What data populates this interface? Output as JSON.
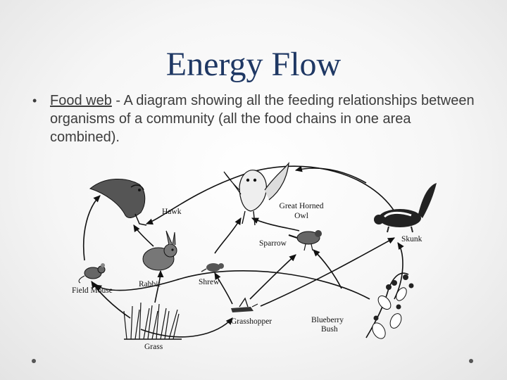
{
  "slide": {
    "title": "Energy Flow",
    "bullet": {
      "marker": "•",
      "term": "Food web",
      "text": " - A diagram showing all the feeding relationships between organisms of a community (all the food chains in one area combined)."
    }
  },
  "food_web": {
    "organisms": {
      "hawk": "Hawk",
      "owl_line1": "Great Horned",
      "owl_line2": "Owl",
      "skunk": "Skunk",
      "sparrow": "Sparrow",
      "rabbit": "Rabbit",
      "shrew": "Shrew",
      "field_mouse": "Field Mouse",
      "grasshopper": "Grasshopper",
      "blueberry_line1": "Blueberry",
      "blueberry_line2": "Bush",
      "grass": "Grass"
    },
    "icons": [
      "hawk-icon",
      "owl-icon",
      "skunk-icon",
      "sparrow-icon",
      "rabbit-icon",
      "shrew-icon",
      "field-mouse-icon",
      "grasshopper-icon",
      "blueberry-bush-icon",
      "grass-icon"
    ]
  }
}
